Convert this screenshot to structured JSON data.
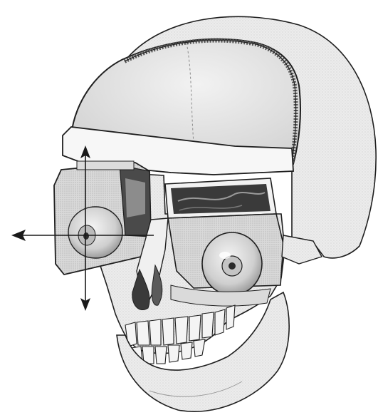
{
  "illustration": {
    "subject": "skull-cutaway-with-orbit-and-eye-block",
    "colors": {
      "background": "#ffffff",
      "bone_fill": "#e7e7e7",
      "bone_shadow": "#c8c8c8",
      "ink": "#1f1f1f",
      "dark_cavity": "#3a3a3a",
      "eye_fill": "#d6d6d6"
    },
    "visible_elements": [
      "skull-outline",
      "cranial-cap",
      "horizontal-section-band",
      "sinus-cavity-cutaway",
      "extracted-orbit-block",
      "left-eyeball",
      "right-eyeball",
      "nasal-cavity",
      "teeth",
      "mandible",
      "horizontal-axis-arrow",
      "vertical-axis-arrow"
    ]
  }
}
